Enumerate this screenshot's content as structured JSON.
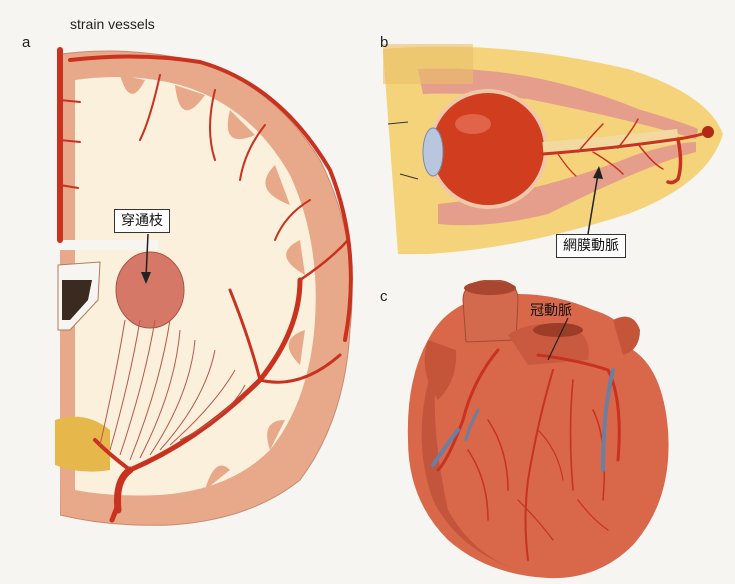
{
  "figure": {
    "title": "strain vessels",
    "panels": [
      {
        "letter": "a",
        "callout": "穿通枝"
      },
      {
        "letter": "b",
        "callout": "網膜動脈"
      },
      {
        "letter": "c",
        "callout": "冠動脈"
      }
    ]
  },
  "colors": {
    "artery": "#c8321f",
    "vein": "#6b7fa3",
    "brain_outer": "#e8a98a",
    "brain_inner": "#fbf0dc",
    "fat": "#f4d37a",
    "muscle": "#e59e8b",
    "eyeball": "#d13d1f",
    "heart": "#d9674a",
    "heart_shade": "#b44a33"
  }
}
